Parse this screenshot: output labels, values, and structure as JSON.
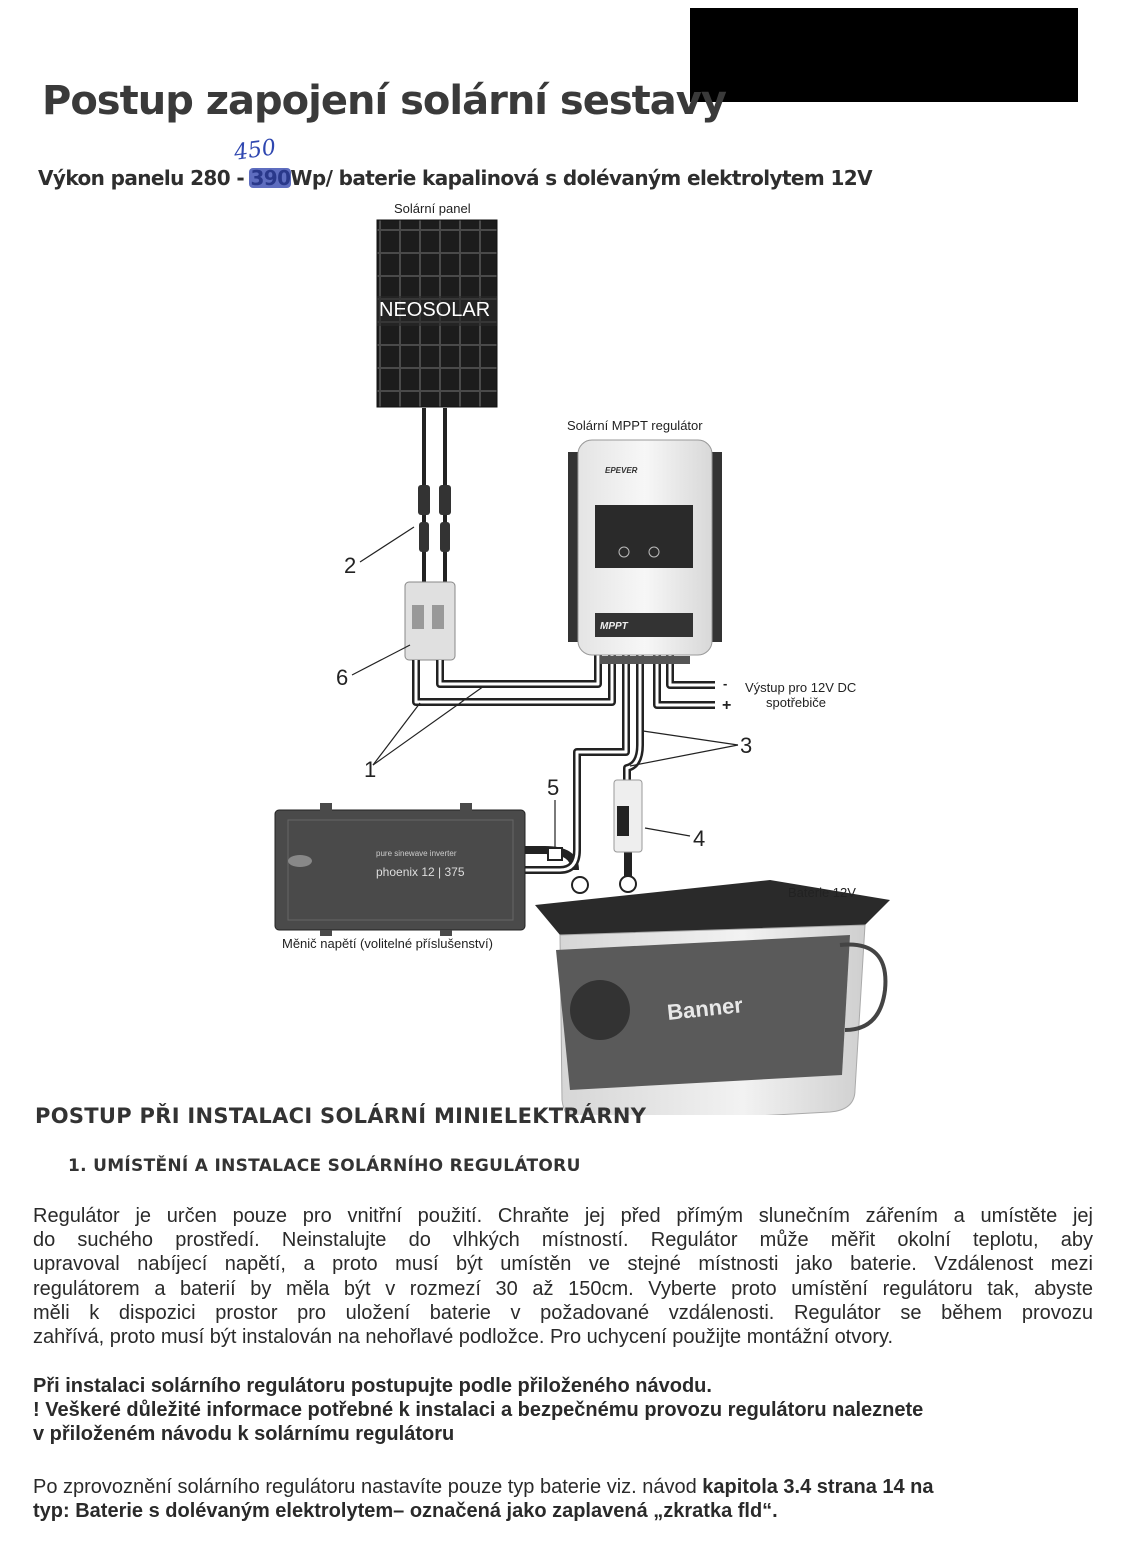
{
  "title": "Postup zapojení solární sestavy",
  "subtitle": {
    "prefix": "Výkon panelu 280 - ",
    "struck_value": "390",
    "handwritten_value": "450",
    "suffix": "Wp/ baterie kapalinová s dolévaným elektrolytem 12V"
  },
  "diagram": {
    "panel_label": "Solární panel",
    "panel_brand": "NEOSOLAR",
    "regulator_label": "Solární MPPT regulátor",
    "regulator_brand": "EPEVER",
    "regulator_badge": "MPPT",
    "output_minus": "-",
    "output_plus": "+",
    "output_label_1": "Výstup pro 12V DC",
    "output_label_2": "spotřebiče",
    "inverter_line1": "pure sinewave inverter",
    "inverter_line2": "phoenix 12 | 375",
    "inverter_label": "Měnič napětí (volitelné příslušenství)",
    "battery_label": "Baterie 12V",
    "battery_brand": "Banner",
    "callouts": [
      "1",
      "2",
      "3",
      "4",
      "5",
      "6"
    ]
  },
  "section": {
    "heading": "POSTUP PŘI INSTALACI SOLÁRNÍ MINIELEKTRÁRNY",
    "subheading": "1. UMÍSTĚNÍ A INSTALACE SOLÁRNÍHO REGULÁTORU",
    "paragraph_lines": [
      "Regulátor je určen pouze pro vnitřní použití. Chraňte jej před přímým slunečním zářením a umístěte jej",
      "do suchého prostředí. Neinstalujte do vlhkých místností. Regulátor může měřit okolní teplotu, aby",
      "upravoval nabíjecí napětí, a proto musí být umístěn ve stejné místnosti jako baterie. Vzdálenost mezi",
      "regulátorem a baterií by měla být v rozmezí 30 až 150cm. Vyberte proto umístění regulátoru tak, abyste",
      "měli k dispozici prostor pro uložení baterie v požadované vzdálenosti. Regulátor se během provozu",
      "zahřívá, proto musí být instalován na nehořlavé podložce. Pro uchycení použijte montážní otvory."
    ],
    "bold_lines": [
      "Při instalaci solárního regulátoru postupujte podle přiloženého návodu.",
      "! Veškeré důležité informace potřebné k instalaci a bezpečnému provozu regulátoru naleznete",
      "v přiloženém návodu k solárnímu regulátoru"
    ],
    "final": {
      "line1_normal": "Po zprovoznění solárního regulátoru nastavíte pouze typ baterie viz. návod ",
      "line1_bold": "kapitola 3.4 strana 14 na",
      "line2_bold": "typ: Baterie s dolévaným elektrolytem– označená jako zaplavená „zkratka fld“."
    }
  }
}
